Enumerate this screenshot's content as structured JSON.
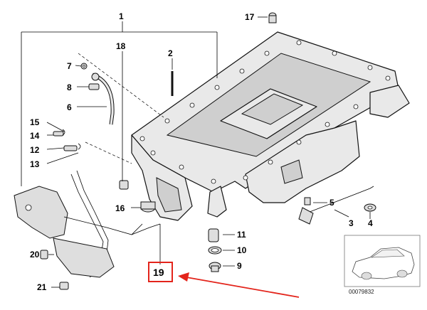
{
  "callouts": {
    "c1": "1",
    "c2": "2",
    "c3": "3",
    "c4": "4",
    "c5": "5",
    "c6": "6",
    "c7": "7",
    "c8": "8",
    "c9": "9",
    "c10": "10",
    "c11": "11",
    "c12": "12",
    "c13": "13",
    "c14": "14",
    "c15": "15",
    "c16": "16",
    "c17": "17",
    "c18": "18",
    "c19": "19",
    "c20": "20",
    "c21": "21"
  },
  "highlight": {
    "color": "#e3241b",
    "label": "19"
  },
  "thumbnail": {
    "ref_number": "00079832"
  }
}
